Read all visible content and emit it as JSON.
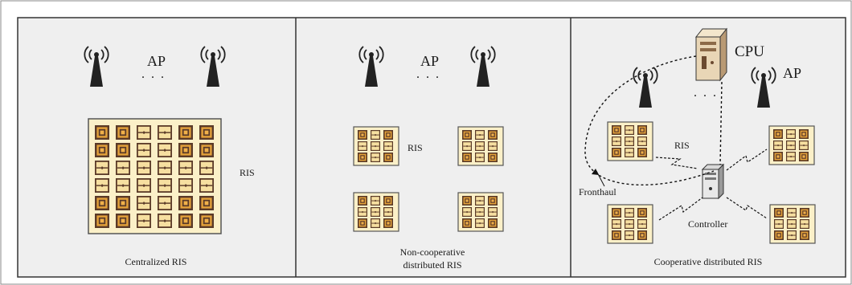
{
  "panels": [
    {
      "caption_lines": [
        "Centralized RIS"
      ],
      "labels": {
        "ap": "AP",
        "ris": "RIS",
        "ellipsis": ". . ."
      }
    },
    {
      "caption_lines": [
        "Non-cooperative",
        "distributed RIS"
      ],
      "labels": {
        "ap": "AP",
        "ris": "RIS",
        "ellipsis": ". . ."
      }
    },
    {
      "caption_lines": [
        "Cooperative distributed RIS"
      ],
      "labels": {
        "ap": "AP",
        "ris": "RIS",
        "cpu": "CPU",
        "fronthaul": "Fronthaul",
        "controller": "Controller",
        "ellipsis": ". . ."
      }
    }
  ],
  "colors": {
    "panel_bg": "#efefef",
    "frame": "#333333",
    "ris_board": "#fbf0c8",
    "ris_border": "#555555",
    "element_dark": "#5a3a28",
    "element_gold": "#e5a23a",
    "element_bar": "#f6dfa0",
    "antenna": "#222222",
    "cpu_body": "#e9d6b6",
    "link": "#111111"
  }
}
